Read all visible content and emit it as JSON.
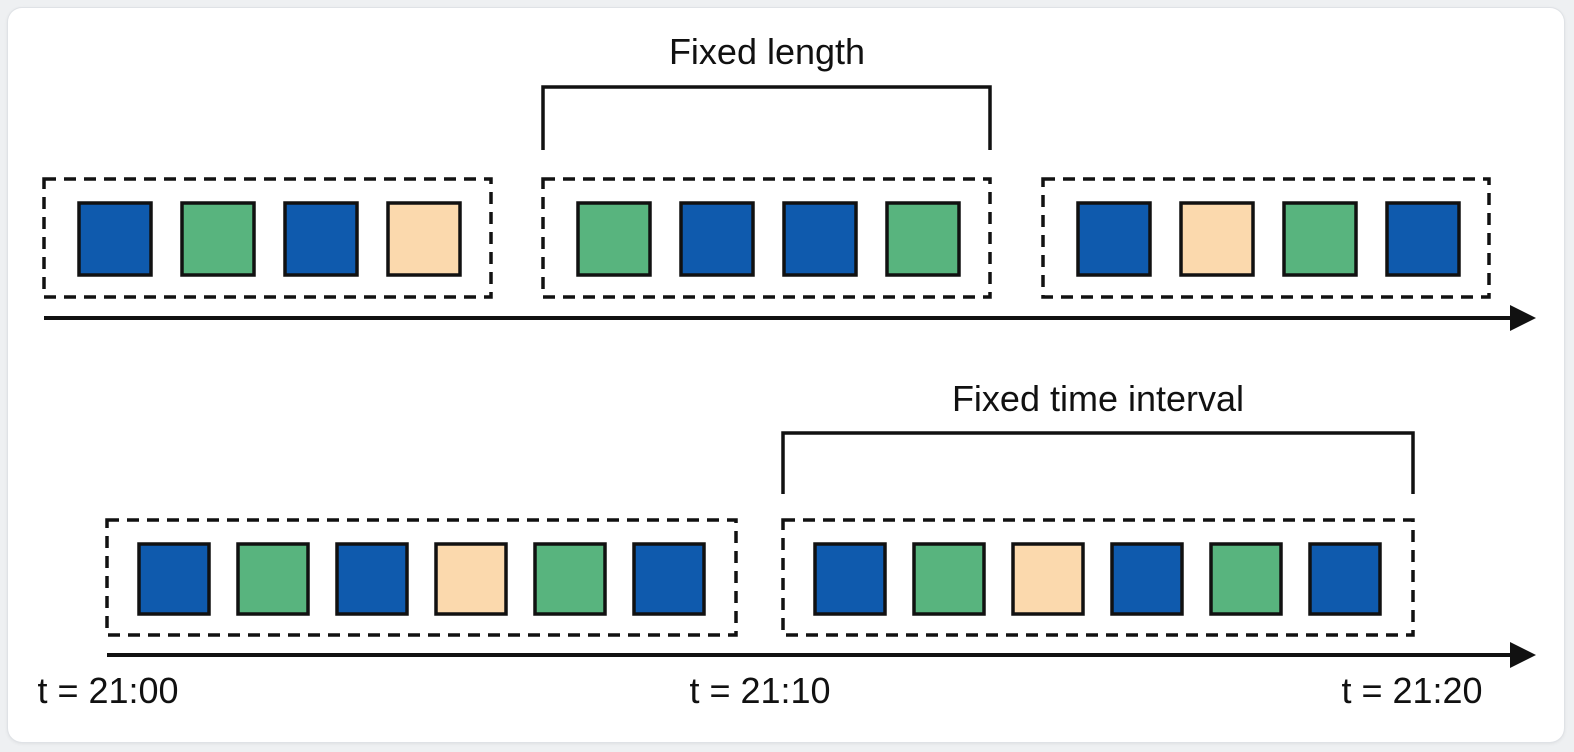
{
  "colors": {
    "blue": "#0f5aad",
    "green": "#58b47e",
    "peach": "#fbd9ad",
    "stroke": "#111111"
  },
  "fixed_length": {
    "label": "Fixed length",
    "windows": [
      [
        "blue",
        "green",
        "blue",
        "peach"
      ],
      [
        "green",
        "blue",
        "blue",
        "green"
      ],
      [
        "blue",
        "peach",
        "green",
        "blue"
      ]
    ]
  },
  "fixed_time": {
    "label": "Fixed time interval",
    "windows": [
      [
        "blue",
        "green",
        "blue",
        "peach",
        "green",
        "blue"
      ],
      [
        "blue",
        "green",
        "peach",
        "blue",
        "green",
        "blue"
      ]
    ],
    "ticks": [
      "t = 21:00",
      "t = 21:10",
      "t = 21:20"
    ]
  }
}
